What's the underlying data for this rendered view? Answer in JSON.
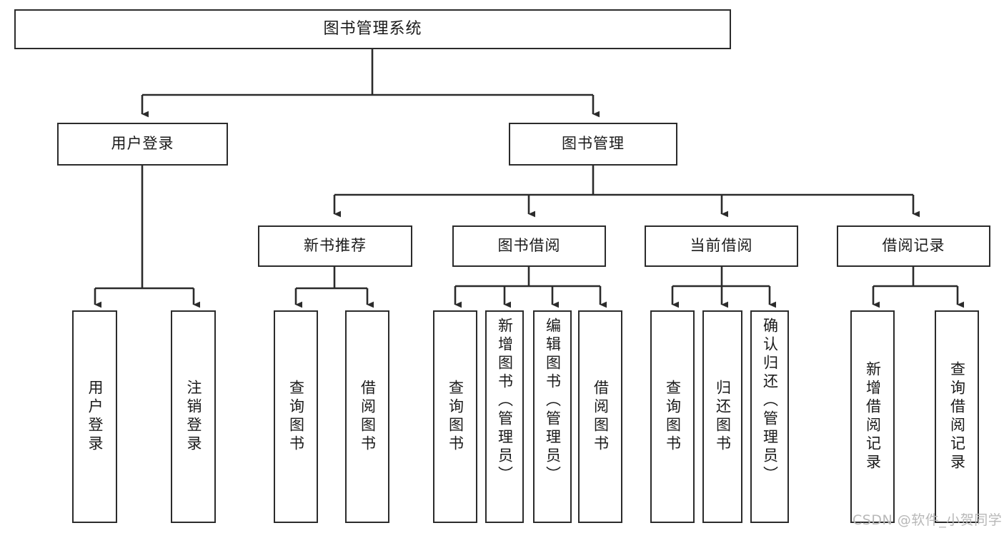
{
  "diagram": {
    "type": "tree-hierarchy-chart",
    "title": "图书管理系统",
    "orientation": "top-down",
    "colors": {
      "stroke": "#2b2b2b",
      "fill": "#ffffff",
      "text": "#1a1a1a",
      "watermark": "#b8b8b8"
    },
    "root": {
      "id": "root",
      "label": "图书管理系统"
    },
    "level2": [
      {
        "id": "user-login",
        "label": "用户登录"
      },
      {
        "id": "book-manage",
        "label": "图书管理"
      }
    ],
    "level3": [
      {
        "id": "new-book-recommend",
        "label": "新书推荐",
        "parent": "book-manage"
      },
      {
        "id": "book-borrow",
        "label": "图书借阅",
        "parent": "book-manage"
      },
      {
        "id": "current-borrow",
        "label": "当前借阅",
        "parent": "book-manage"
      },
      {
        "id": "borrow-record",
        "label": "借阅记录",
        "parent": "book-manage"
      }
    ],
    "leaves": [
      {
        "id": "leaf-user-login",
        "label": "用户登录",
        "parent": "user-login"
      },
      {
        "id": "leaf-logout-login",
        "label": "注销登录",
        "parent": "user-login"
      },
      {
        "id": "leaf-query-book-1",
        "label": "查询图书",
        "parent": "new-book-recommend"
      },
      {
        "id": "leaf-borrow-book-1",
        "label": "借阅图书",
        "parent": "new-book-recommend"
      },
      {
        "id": "leaf-query-book-2",
        "label": "查询图书",
        "parent": "book-borrow"
      },
      {
        "id": "leaf-add-book",
        "label": "新增图书（管理员）",
        "parent": "book-borrow"
      },
      {
        "id": "leaf-edit-book",
        "label": "编辑图书（管理员）",
        "parent": "book-borrow"
      },
      {
        "id": "leaf-borrow-book-2",
        "label": "借阅图书",
        "parent": "book-borrow"
      },
      {
        "id": "leaf-query-book-3",
        "label": "查询图书",
        "parent": "current-borrow"
      },
      {
        "id": "leaf-return-book",
        "label": "归还图书",
        "parent": "current-borrow"
      },
      {
        "id": "leaf-confirm-return",
        "label": "确认归还（管理员）",
        "parent": "current-borrow"
      },
      {
        "id": "leaf-add-record",
        "label": "新增借阅记录",
        "parent": "borrow-record"
      },
      {
        "id": "leaf-query-record",
        "label": "查询借阅记录",
        "parent": "borrow-record"
      }
    ]
  },
  "watermark": {
    "text": "CSDN @软件_小贺同学"
  }
}
